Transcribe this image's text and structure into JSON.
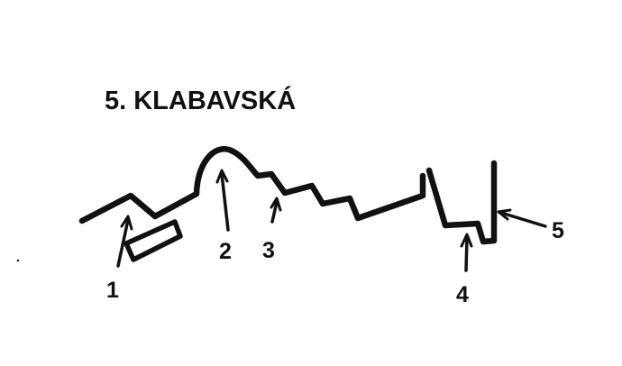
{
  "title": "5. KLABAVSKÁ",
  "ink_color": "#111111",
  "background": "#ffffff",
  "labels": [
    {
      "id": "1",
      "text": "1"
    },
    {
      "id": "2",
      "text": "2"
    },
    {
      "id": "3",
      "text": "3"
    },
    {
      "id": "4",
      "text": "4"
    },
    {
      "id": "5",
      "text": "5"
    }
  ]
}
